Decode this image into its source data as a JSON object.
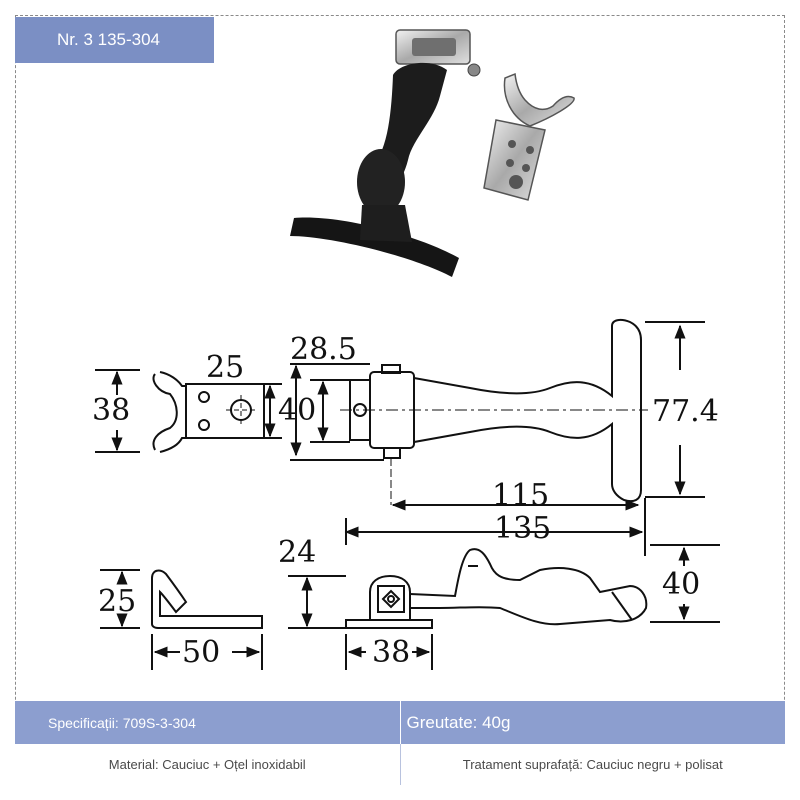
{
  "header": {
    "part_number": "Nr. 3 135-304"
  },
  "dimensions": {
    "clip_height": "38",
    "clip_width": "25",
    "tab_height": "40",
    "latch_width": "28.5",
    "handle_height": "77.4",
    "length_inner": "115",
    "length_total": "135",
    "keeper_height": "24",
    "keeper_width": "38",
    "side_height": "40",
    "bracket_height": "25",
    "bracket_length": "50"
  },
  "specs": {
    "specification": "Specificații: 709S-3-304",
    "weight": "Greutate: 40g",
    "material": "Material: Cauciuc + Oțel inoxidabil",
    "finish": "Tratament suprafață: Cauciuc negru + polisat"
  }
}
